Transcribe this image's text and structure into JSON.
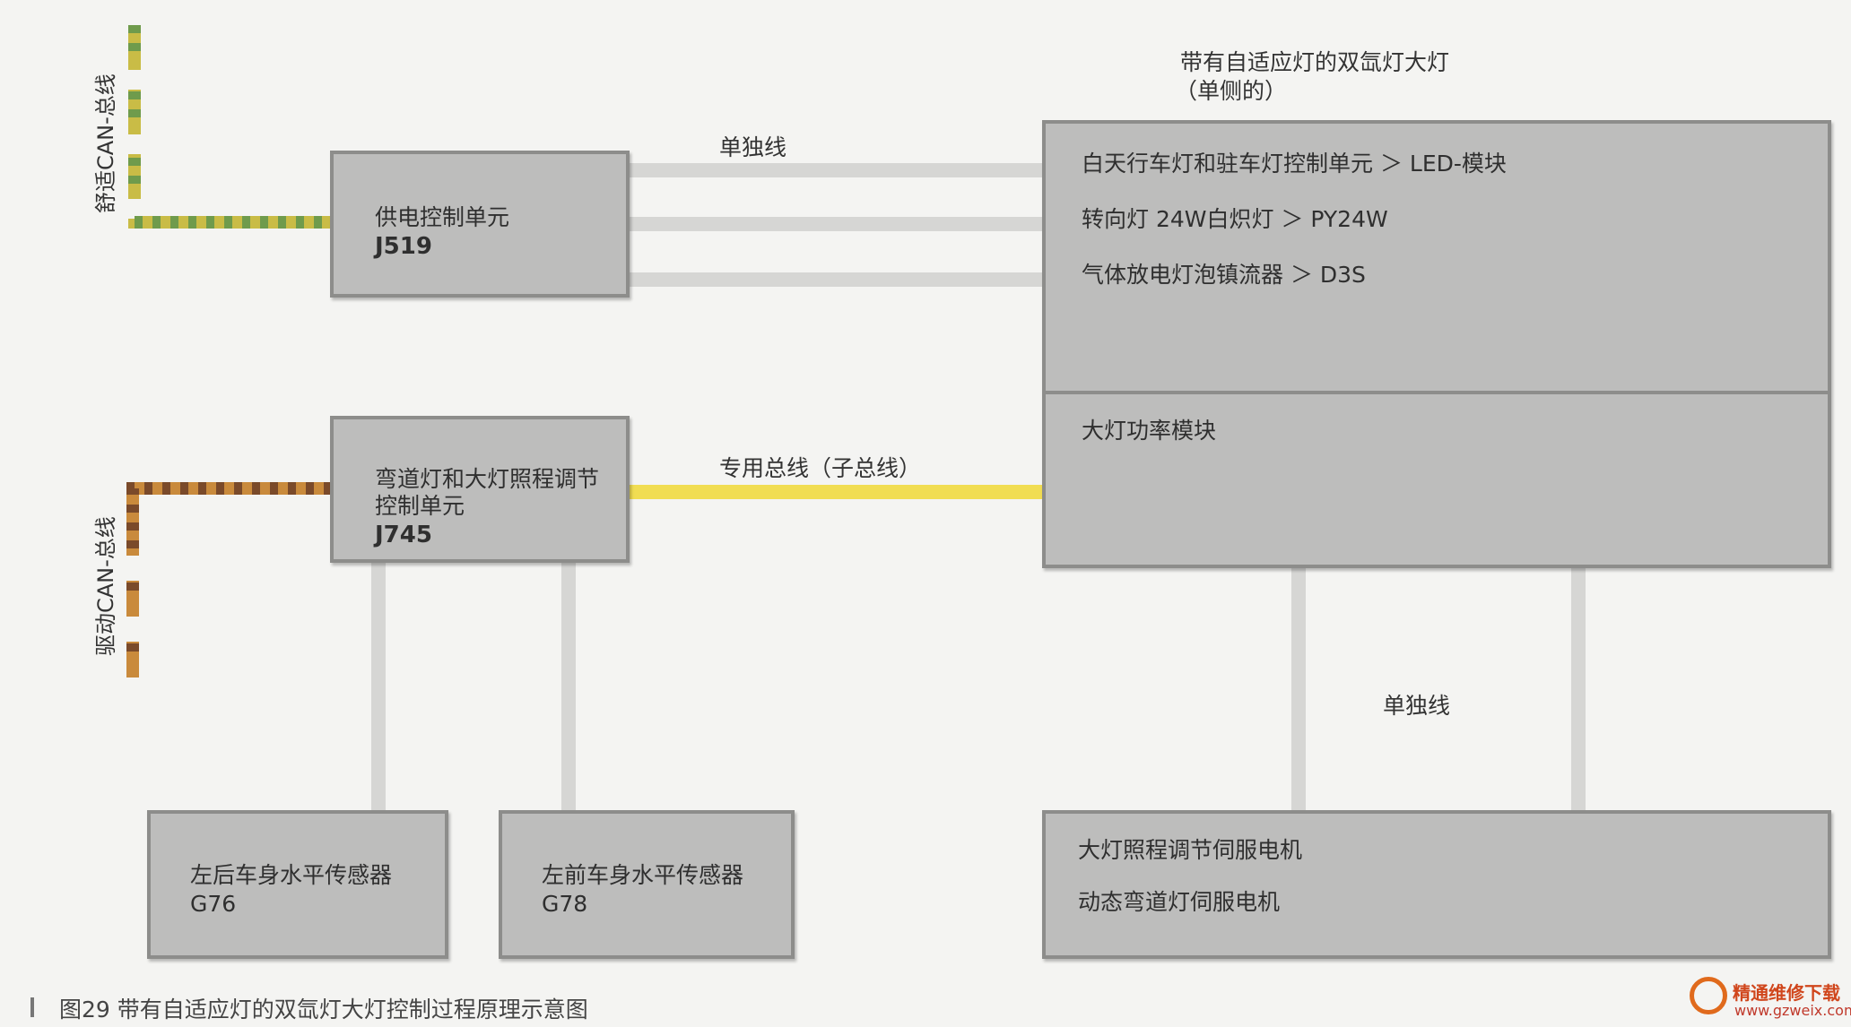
{
  "headlamp_title": {
    "line1": "带有自适应灯的双氙灯大灯",
    "line2": "（单侧的）"
  },
  "bus_labels": {
    "comfort_can": "舒适CAN-总线",
    "drive_can": "驱动CAN-总线"
  },
  "wire_labels": {
    "single_wire_top": "单独线",
    "sub_bus": "专用总线（子总线）",
    "single_wire_bottom": "单独线"
  },
  "units": {
    "j519": {
      "name": "供电控制单元",
      "code": "J519"
    },
    "j745": {
      "line1": "弯道灯和大灯照程调节",
      "line2": "控制单元",
      "code": "J745"
    },
    "g76": {
      "name": "左后车身水平传感器",
      "code": "G76"
    },
    "g78": {
      "name": "左前车身水平传感器",
      "code": "G78"
    }
  },
  "headlamp_box": {
    "items": [
      "白天行车灯和驻车灯控制单元 ＞ LED-模块",
      "转向灯 24W白炽灯 ＞ PY24W",
      "气体放电灯泡镇流器 ＞ D3S"
    ],
    "power_module": "大灯功率模块"
  },
  "motor_box": {
    "line1": "大灯照程调节伺服电机",
    "line2": "动态弯道灯伺服电机"
  },
  "caption": "图29  带有自适应灯的双氙灯大灯控制过程原理示意图",
  "watermark": {
    "cn": "精通维修下载",
    "url": "www.gzweix.com"
  },
  "colors": {
    "box_fill": "#bdbdbc",
    "box_border": "#8d8d8b",
    "wire": "#d6d6d4",
    "sub_bus": "#f1dd52",
    "comfort_can_a": "#c9bc46",
    "comfort_can_b": "#6f9b4c",
    "drive_can_a": "#c98a3c",
    "drive_can_b": "#7a4a2a"
  }
}
